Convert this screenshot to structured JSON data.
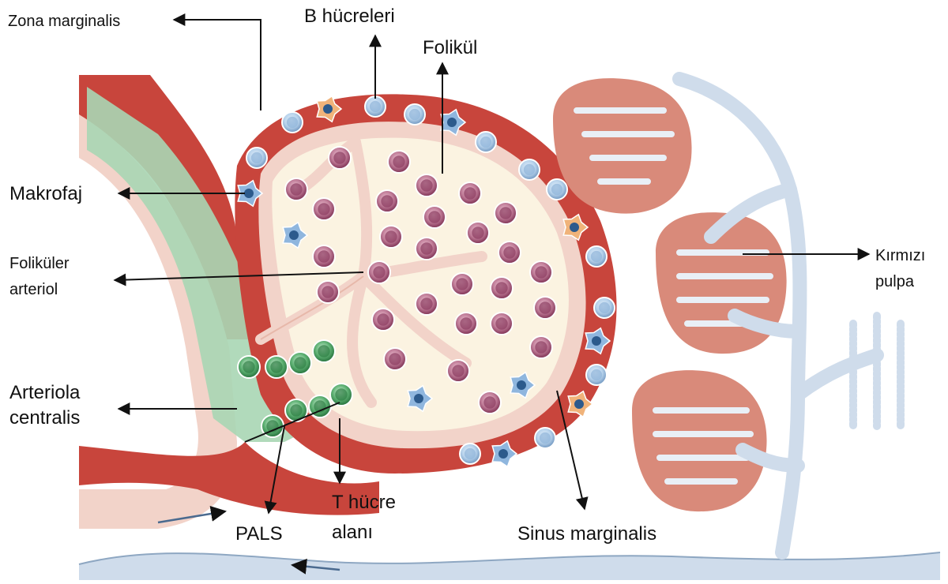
{
  "labels": {
    "zona_marginalis": "Zona marginalis",
    "b_hucreleri": "B hücreleri",
    "folikul": "Folikül",
    "makrofaj": "Makrofaj",
    "folikuler_arteriol_l1": "Foliküler",
    "folikuler_arteriol_l2": "arteriol",
    "arteriola_centralis_l1": "Arteriola",
    "arteriola_centralis_l2": "centralis",
    "pals": "PALS",
    "t_hucre_l1": "T hücre",
    "t_hucre_l2": "alanı",
    "sinus_marginalis": "Sinus marginalis",
    "kirmizi_pulpa_l1": "Kırmızı",
    "kirmizi_pulpa_l2": "pulpa"
  },
  "colors": {
    "artery_red": "#c8453c",
    "artery_pink": "#f2d3c9",
    "pals_green": "#a9d6b4",
    "follicle_cream": "#fbf3e1",
    "b_cell": "#a9c9e6",
    "follicle_cell": "#a04a6e",
    "t_cell": "#3f9a57",
    "red_pulp": "#d98a7a",
    "vein_blue": "#cfdceb"
  }
}
